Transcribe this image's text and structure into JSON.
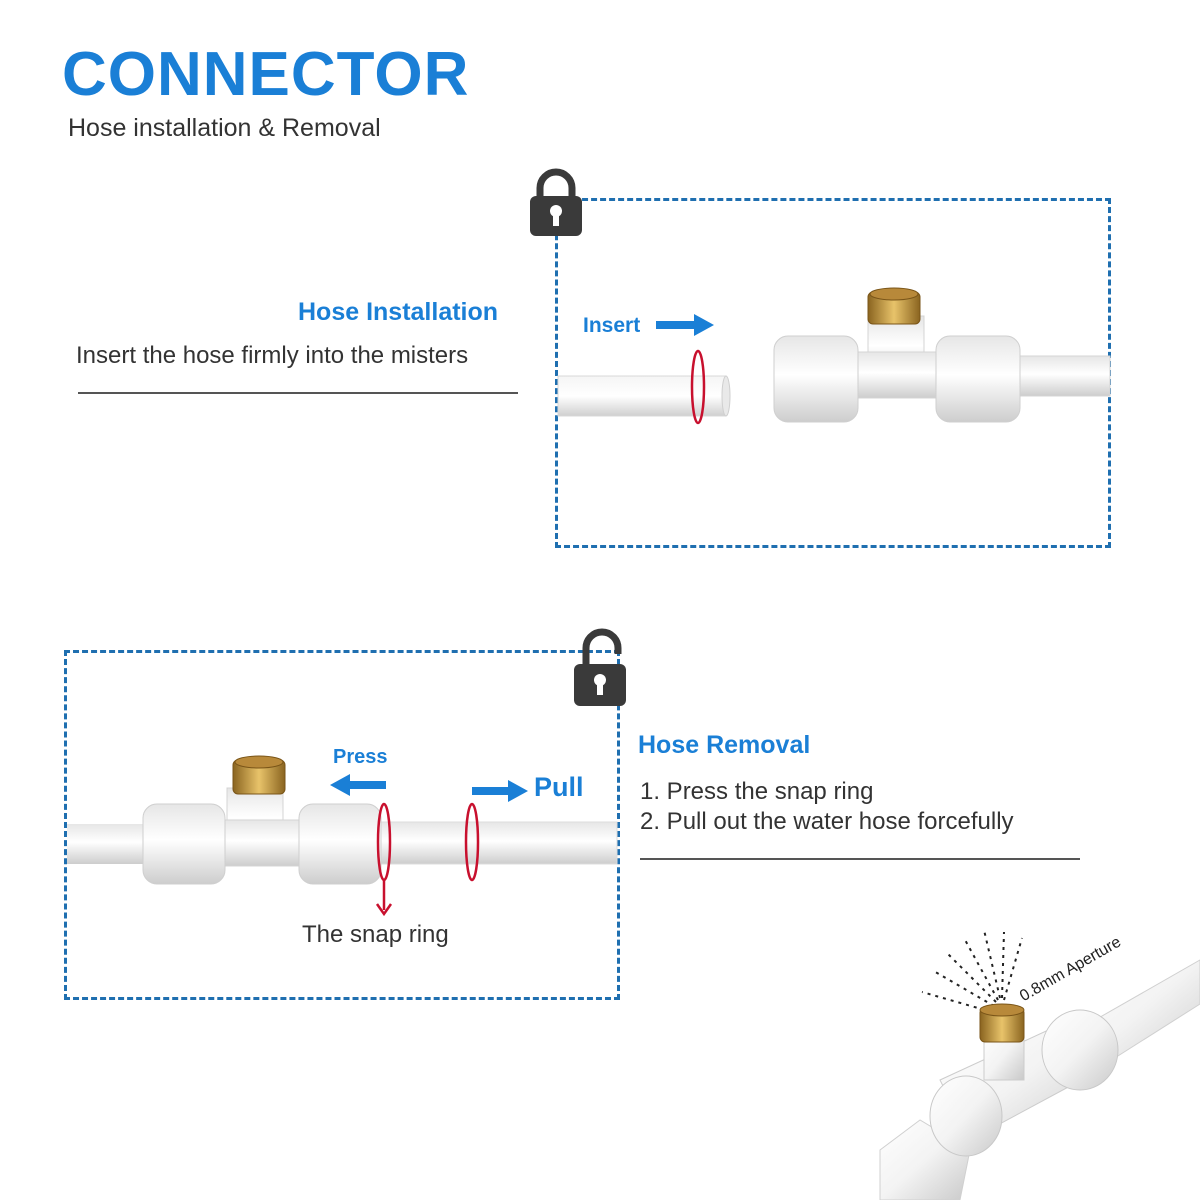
{
  "header": {
    "title": "CONNECTOR",
    "subtitle": "Hose installation & Removal"
  },
  "installation": {
    "heading": "Hose Installation",
    "description": "Insert the hose firmly into the misters",
    "insert_label": "Insert",
    "lock_icon": "lock-closed-icon"
  },
  "removal": {
    "heading": "Hose Removal",
    "steps": [
      "1. Press the snap ring",
      "2. Pull out the water hose forcefully"
    ],
    "press_label": "Press",
    "pull_label": "Pull",
    "snap_ring_label": "The snap ring",
    "lock_icon": "lock-open-icon"
  },
  "product": {
    "aperture_label": "0.8mm Aperture"
  },
  "colors": {
    "accent": "#1a7fd6",
    "dash_border": "#1f6fb0",
    "ring_red": "#c8102e",
    "brass": "#c89b3c",
    "lock_gray": "#3a3a3a"
  }
}
